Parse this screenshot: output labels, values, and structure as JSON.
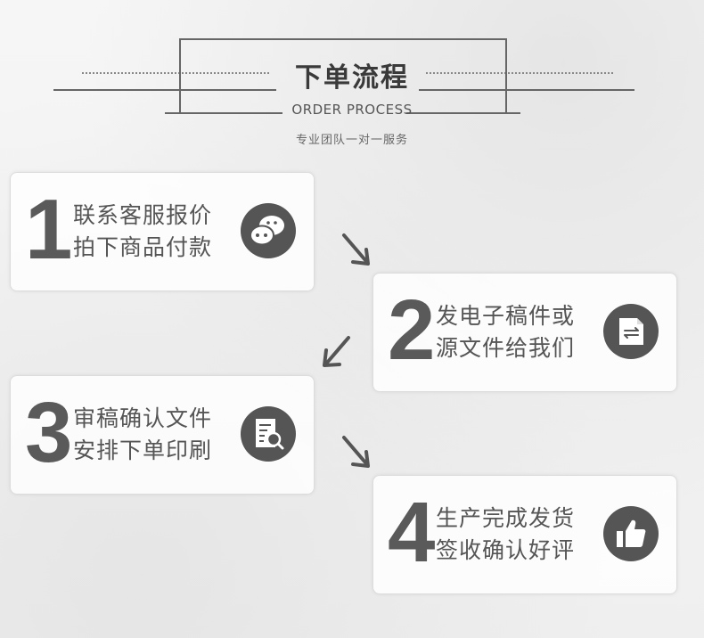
{
  "header": {
    "title": "下单流程",
    "subtitle": "ORDER PROCESS",
    "tagline": "专业团队一对一服务"
  },
  "steps": [
    {
      "number": "1",
      "line1": "联系客服报价",
      "line2": "拍下商品付款",
      "icon": "chat-bubbles-icon"
    },
    {
      "number": "2",
      "line1": "发电子稿件或",
      "line2": "源文件给我们",
      "icon": "file-transfer-icon"
    },
    {
      "number": "3",
      "line1": "审稿确认文件",
      "line2": "安排下单印刷",
      "icon": "document-search-icon"
    },
    {
      "number": "4",
      "line1": "生产完成发货",
      "line2": "签收确认好评",
      "icon": "thumbs-up-icon"
    }
  ],
  "colors": {
    "background": "#f3f3f3",
    "text": "#555555",
    "icon_circle": "#555555"
  }
}
